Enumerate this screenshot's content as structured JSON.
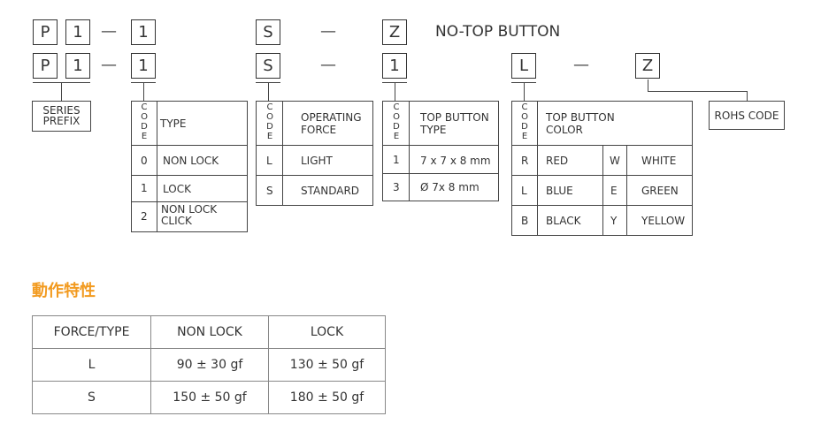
{
  "row1": {
    "boxes": [
      "P",
      "1",
      "1",
      "S",
      "Z"
    ],
    "title": "NO-TOP BUTTON"
  },
  "row2": {
    "boxes": [
      "P",
      "1",
      "1",
      "S",
      "1",
      "L",
      "Z"
    ]
  },
  "dash": "—",
  "series_prefix": {
    "line1": "SERIES",
    "line2": "PREFIX"
  },
  "code_label": [
    "C",
    "O",
    "D",
    "E"
  ],
  "type_table": {
    "header": "TYPE",
    "rows": [
      {
        "code": "0",
        "label": "NON LOCK"
      },
      {
        "code": "1",
        "label": "LOCK"
      },
      {
        "code": "2",
        "label": "NON LOCK",
        "label2": "CLICK"
      }
    ]
  },
  "force_table": {
    "header_line1": "OPERATING",
    "header_line2": "FORCE",
    "rows": [
      {
        "code": "L",
        "label": "LIGHT"
      },
      {
        "code": "S",
        "label": "STANDARD"
      }
    ]
  },
  "topbutton_table": {
    "header_line1": "TOP BUTTON",
    "header_line2": "TYPE",
    "rows": [
      {
        "code": "1",
        "label": "7 x 7 x 8 mm"
      },
      {
        "code": "3",
        "label": "Ø 7x 8 mm"
      }
    ]
  },
  "color_table": {
    "header_line1": "TOP BUTTON",
    "header_line2": "COLOR",
    "rows": [
      {
        "code": "R",
        "label": "RED",
        "code2": "W",
        "label2": "WHITE"
      },
      {
        "code": "L",
        "label": "BLUE",
        "code2": "E",
        "label2": "GREEN"
      },
      {
        "code": "B",
        "label": "BLACK",
        "code2": "Y",
        "label2": "YELLOW"
      }
    ]
  },
  "rohs": "ROHS CODE",
  "section_title": "動作特性",
  "spec_table": {
    "headers": [
      "FORCE/TYPE",
      "NON LOCK",
      "LOCK"
    ],
    "rows": [
      [
        "L",
        "90 ± 30 gf",
        "130 ± 50 gf"
      ],
      [
        "S",
        "150 ± 50 gf",
        "180 ± 50 gf"
      ]
    ]
  },
  "colors": {
    "accent": "#f29a1f",
    "line": "#444444",
    "text": "#333333"
  }
}
